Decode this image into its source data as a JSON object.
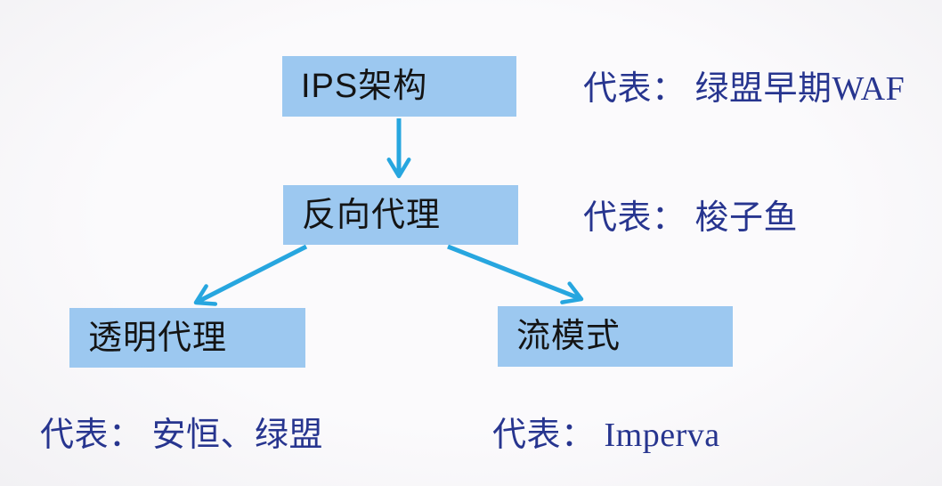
{
  "diagram": {
    "nodes": [
      {
        "id": "ips-architecture",
        "label": "IPS架构"
      },
      {
        "id": "reverse-proxy",
        "label": "反向代理"
      },
      {
        "id": "transparent-proxy",
        "label": "透明代理"
      },
      {
        "id": "stream-mode",
        "label": "流模式"
      }
    ],
    "edges": [
      {
        "from": "ips-architecture",
        "to": "reverse-proxy"
      },
      {
        "from": "reverse-proxy",
        "to": "transparent-proxy"
      },
      {
        "from": "reverse-proxy",
        "to": "stream-mode"
      }
    ],
    "annotations": [
      {
        "for": "ips-architecture",
        "text": "代表： 绿盟早期WAF"
      },
      {
        "for": "reverse-proxy",
        "text": "代表： 梭子鱼"
      },
      {
        "for": "transparent-proxy",
        "text": "代表： 安恒、绿盟"
      },
      {
        "for": "stream-mode",
        "text": "代表： Imperva"
      }
    ],
    "colors": {
      "node_fill": "#9cc8f0",
      "node_text": "#141414",
      "arrow": "#27a6df",
      "annotation_text": "#27358f",
      "background": "#f7f6f8"
    }
  }
}
